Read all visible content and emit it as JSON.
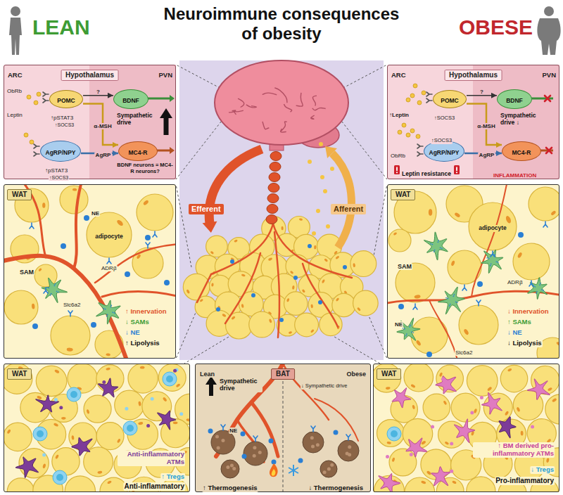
{
  "diagram": {
    "title": "Neuroimmune consequences of obesity",
    "nodes": [
      {
        "text": [
          "Hypothalamus"
        ]
      },
      {
        "text": [
          "ARC"
        ],
        "in": 0
      },
      {
        "text": [
          "PVN"
        ],
        "in": 0
      },
      {
        "text": [
          "POMC"
        ],
        "in": 1
      },
      {
        "text": [
          "AgRP/NPY"
        ],
        "in": 1
      },
      {
        "text": [
          "BDNF"
        ],
        "in": 2
      },
      {
        "text": [
          "MC4-R"
        ],
        "in": 2
      },
      {
        "text": [
          "Hypothalamus"
        ]
      },
      {
        "text": [
          "ARC"
        ],
        "in": 7
      },
      {
        "text": [
          "PVN"
        ],
        "in": 7
      },
      {
        "text": [
          "POMC"
        ],
        "in": 8
      },
      {
        "text": [
          "AgRP/NPY"
        ],
        "in": 8
      },
      {
        "text": [
          "BDNF"
        ],
        "in": 9
      },
      {
        "text": [
          "MC4-R"
        ],
        "in": 9
      },
      {
        "text": [
          "WAT"
        ]
      },
      {
        "text": [
          "WAT"
        ]
      },
      {
        "text": [
          "WAT"
        ]
      },
      {
        "text": [
          "BAT"
        ]
      },
      {
        "text": [
          "WAT"
        ]
      }
    ],
    "edges": [
      {
        "from": 3,
        "to": 5,
        "label": "?",
        "arrow": "to"
      },
      {
        "from": 3,
        "to": 6,
        "label": "α-MSH",
        "arrow": "to"
      },
      {
        "from": 4,
        "to": 6,
        "label": "AgRP",
        "arrow": "to"
      },
      {
        "from": 10,
        "to": 12,
        "label": "?",
        "arrow": "to"
      },
      {
        "from": 10,
        "to": 13,
        "label": "α-MSH",
        "arrow": "to"
      },
      {
        "from": 11,
        "to": 13,
        "label": "AgRP",
        "arrow": "to"
      }
    ],
    "labels": [
      "LEAN",
      "OBESE",
      "ObRb",
      "Leptin",
      "↑pSTAT3",
      "↑SOCS3",
      "↑pSTAT3",
      "↑SOCS3",
      "Sympathetic drive",
      "BDNF neurons = MC4-R neurons?",
      "↑Leptin",
      "ObRb",
      "↑SOCS3",
      "↑SOCS3",
      "Sympathetic drive ↓",
      "Leptin resistance",
      "INFLAMMATION",
      "Efferent",
      "Afferent",
      "NE",
      "adipocyte",
      "SAM",
      "Slc6a2",
      "ADRβ",
      "↑ Innervation",
      "↓ SAMs",
      "↓ NE",
      "↑ Lipolysis",
      "adipocyte",
      "SAM",
      "ADRβ",
      "NE",
      "Slc6a2",
      "↓ Innervation",
      "↑ SAMs",
      "↓ NE",
      "↓ Lipolysis",
      "Anti-inflammatory ATMs",
      "↑ Tregs",
      "Anti-inflammatory",
      "Lean",
      "Obese",
      "Sympathetic drive",
      "↓ Sympathetic drive",
      "NE",
      "↑ Thermogenesis",
      "↓ Thermogenesis",
      "↑ BM derived pro-inflammatory ATMs",
      "↓ Tregs",
      "Pro-inflammatory"
    ]
  }
}
